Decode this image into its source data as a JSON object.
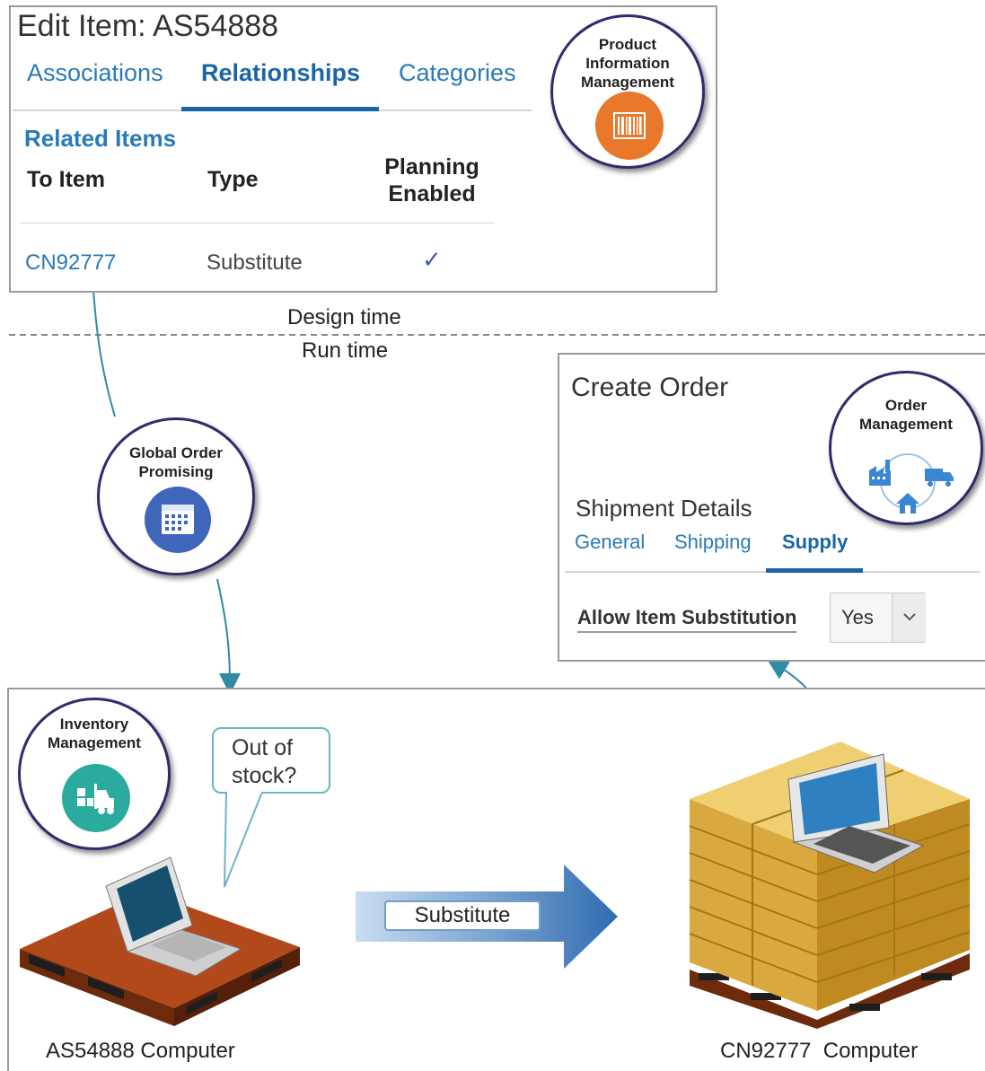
{
  "pim_panel": {
    "title": "Edit Item: AS54888",
    "tabs": [
      "Associations",
      "Relationships",
      "Categories"
    ],
    "section": "Related Items",
    "headers": {
      "to_item": "To Item",
      "type": "Type",
      "planning_line1": "Planning",
      "planning_line2": "Enabled"
    },
    "row": {
      "to_item": "CN92777",
      "type": "Substitute",
      "planning_enabled": "✓"
    }
  },
  "badges": {
    "pim": {
      "line1": "Product",
      "line2": "Information",
      "line3": "Management",
      "icon": "barcode-icon",
      "color": "#e8782a"
    },
    "gop": {
      "line1": "Global Order",
      "line2": "Promising",
      "icon": "calendar-icon",
      "color": "#3f66b8"
    },
    "om": {
      "line1": "Order",
      "line2": "Management",
      "icon": "supply-chain-icon",
      "color": "#3b86d0"
    },
    "im": {
      "line1": "Inventory",
      "line2": "Management",
      "icon": "forklift-icon",
      "color": "#2aab9d"
    }
  },
  "divider": {
    "top": "Design time",
    "bottom": "Run time"
  },
  "order_panel": {
    "title": "Create Order",
    "section": "Shipment Details",
    "tabs": [
      "General",
      "Shipping",
      "Supply"
    ],
    "field_label": "Allow Item Substitution",
    "field_value": "Yes"
  },
  "bubble": {
    "line1": "Out of",
    "line2": "stock?"
  },
  "arrow_label": "Substitute",
  "captions": {
    "left": "AS54888 Computer",
    "right": "CN92777  Computer"
  }
}
